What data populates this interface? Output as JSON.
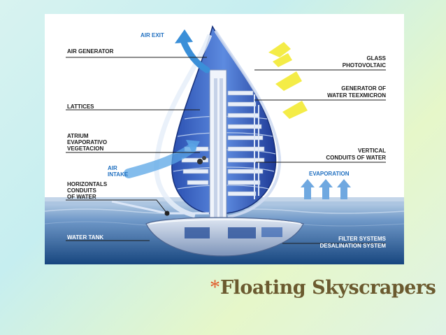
{
  "slide": {
    "bullet": "*",
    "title": "Floating Skyscrapers"
  },
  "diagram": {
    "labels": {
      "air_exit": "AIR EXIT",
      "air_generator": "AIR GENERATOR",
      "glass_line1": "GLASS",
      "glass_line2": "PHOTOVOLTAIC",
      "generator_line1": "GENERATOR OF",
      "generator_line2": "WATER TEEXMICRON",
      "lattices": "LATTICES",
      "atrium_line1": "ATRIUM",
      "atrium_line2": "EVAPORATIVO",
      "atrium_line3": "VEGETACION",
      "vertical_line1": "VERTICAL",
      "vertical_line2": "CONDUITS OF WATER",
      "air_intake_line1": "AIR",
      "air_intake_line2": "INTAKE",
      "evaporation": "EVAPORATION",
      "horizontal_line1": "HORIZONTALS",
      "horizontal_line2": "CONDUITS",
      "horizontal_line3": "OF WATER",
      "water_tank": "WATER TANK",
      "filter_line1": "FILTER SYSTEMS",
      "filter_line2": "DESALINATION SYSTEM"
    },
    "colors": {
      "sky": "#ffffff",
      "sea_top": "#8fb3d6",
      "sea_bottom": "#1c4f8f",
      "tower_dark": "#1f3f9e",
      "tower_mid": "#3f6fd1",
      "tower_light": "#a9c6f0",
      "sun_ray": "#f5ec3a",
      "air_arrow": "#3a8fd8",
      "label_blue": "#1f6fc0"
    }
  }
}
